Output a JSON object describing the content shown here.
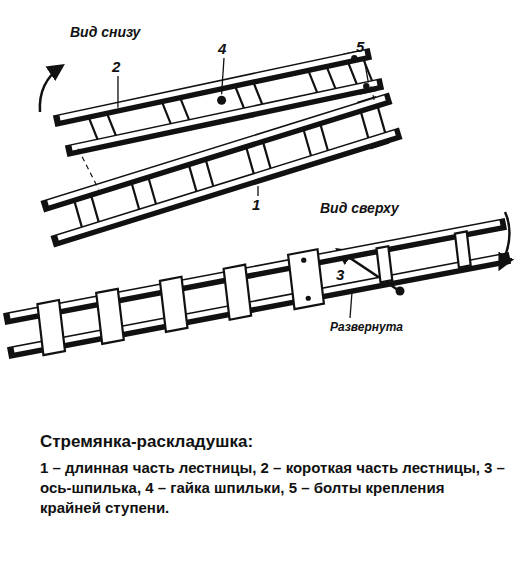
{
  "diagram": {
    "title": "Стремянка-раскладушка:",
    "caption": "1 – длинная часть лестницы, 2 – короткая часть лестницы, 3 – ось-шпилька, 4 – гайка шпильки, 5 – болты крепления крайней ступени.",
    "labels": [
      "Вид снизу",
      "2",
      "4",
      "5",
      "3",
      "1",
      "Вид сверху",
      "Развернута"
    ]
  }
}
